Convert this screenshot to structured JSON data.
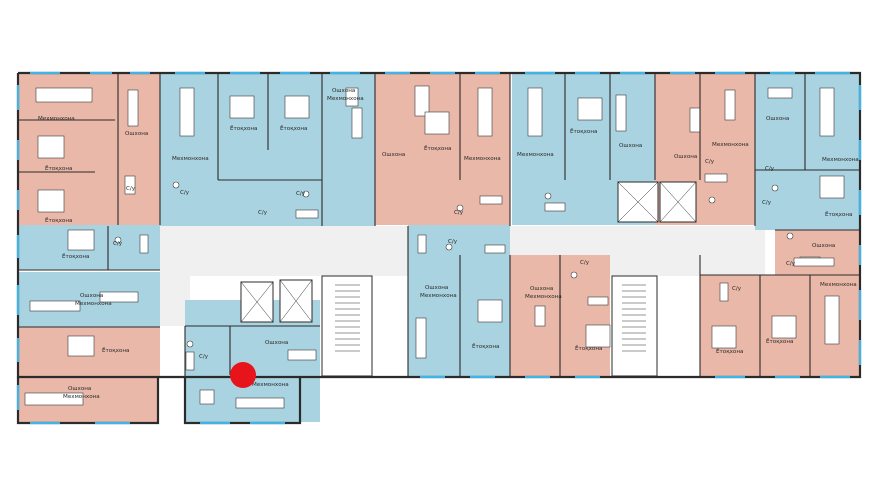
{
  "labels": {
    "mehmonkhona": "Мехмонхона",
    "oshkhona": "Ошхона",
    "yotoqkhona": "Ётоқхона",
    "su": "С/у",
    "oshkhona_mehmonkhona_line1": "Ошхона",
    "oshkhona_mehmonkhona_line2": "Мехмонхона"
  },
  "colors": {
    "pink": "#eab8a9",
    "blue": "#a9d3e0",
    "corridor": "#f0f0f0",
    "wall": "#2b2b2b",
    "window": "#41b4e6",
    "marker": "#e8141c"
  },
  "marker": {
    "type": "selected-unit-marker"
  }
}
